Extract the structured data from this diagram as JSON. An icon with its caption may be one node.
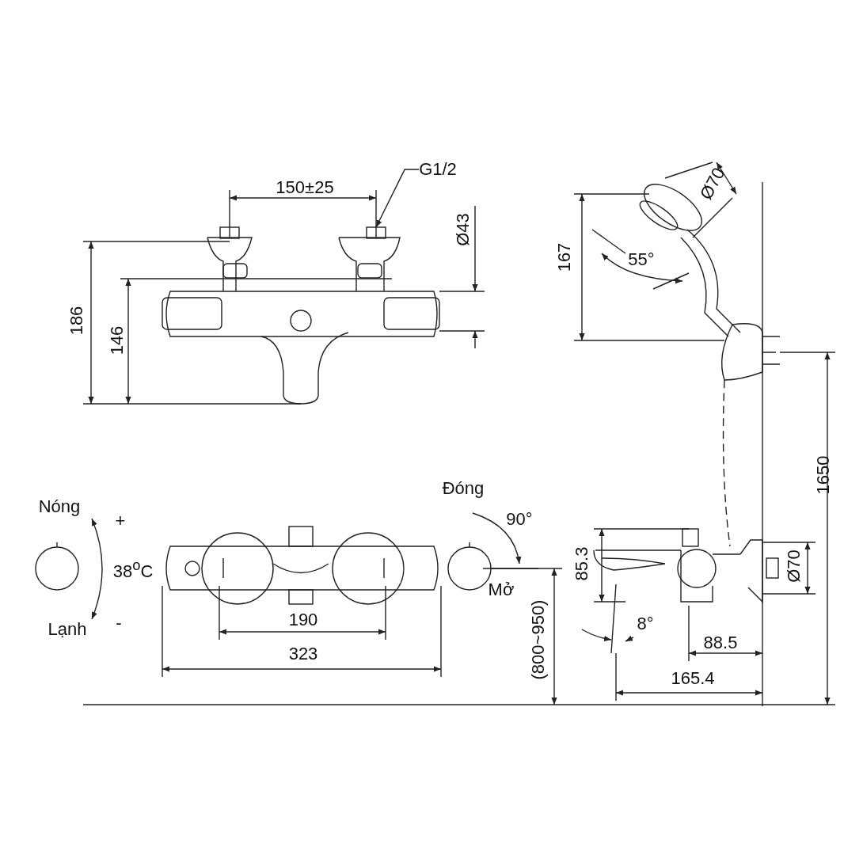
{
  "diagram": {
    "nodes": [
      {
        "text": [
          "G1/2"
        ]
      },
      {
        "text": [],
        "shape": "box"
      }
    ],
    "edges": [
      {
        "from": 0,
        "to": 1,
        "arrow": "to"
      }
    ],
    "labels": [
      "150±25",
      "Ø43",
      "186",
      "146",
      "167",
      "55°",
      "Ø70",
      "1650",
      "Đóng",
      "Nóng",
      "+",
      "90°",
      "38$^{o}$C",
      "Mở",
      "85.3",
      "Ø70",
      "Lạnh",
      "-",
      "190",
      "8°",
      "88.5",
      "(800~950)",
      "323",
      "165.4"
    ]
  }
}
